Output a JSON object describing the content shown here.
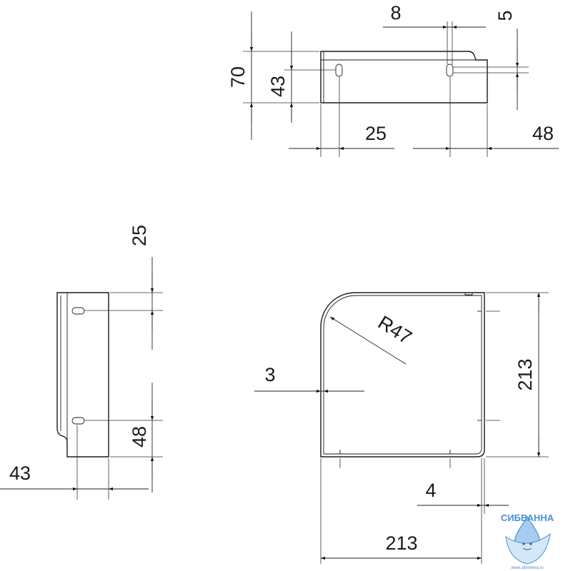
{
  "dimensions": {
    "top_view": {
      "slot_spacing": "8",
      "slot_height": "5",
      "height_total": "70",
      "height_mount": "43",
      "left_offset": "25",
      "right_offset": "48"
    },
    "side_view": {
      "top_offset": "25",
      "hole_offset": "48",
      "depth": "43"
    },
    "front_view": {
      "corner_radius": "R47",
      "wall_thickness": "3",
      "height": "213",
      "width": "213",
      "edge_offset": "4"
    }
  },
  "logo": {
    "brand": "СИБВАННА",
    "url": "www.sibvanna.ru",
    "colors": {
      "primary": "#4a8fd0",
      "secondary": "#a8cdee"
    }
  }
}
